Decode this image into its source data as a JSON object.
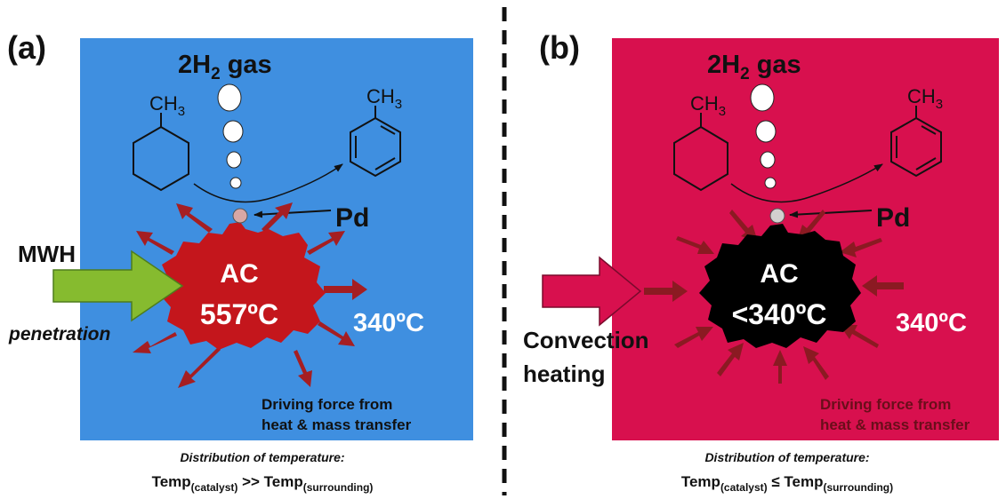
{
  "panel_a": {
    "label": "(a)",
    "gas": {
      "prefix": "2H",
      "sub": "2",
      "suffix": " gas"
    },
    "methyl": {
      "main": "CH",
      "sub": "3"
    },
    "pd": "Pd",
    "heating": "MWH",
    "heating_mode": "penetration",
    "catalyst": "AC",
    "catalyst_temp": "557ºC",
    "surrounding_temp": "340ºC",
    "driving_force": [
      "Driving force from",
      "heat & mass transfer"
    ],
    "caption_title": "Distribution  of temperature:",
    "caption": {
      "t1": "Temp",
      "s1": "(catalyst)",
      "op": " >> ",
      "t2": "Temp",
      "s2": "(surrounding)"
    },
    "colors": {
      "background": "#3f8fe0",
      "catalyst": "#c4161c",
      "arrow": "#86bb2f",
      "heat_arrows": "#a51e22"
    }
  },
  "panel_b": {
    "label": "(b)",
    "gas": {
      "prefix": "2H",
      "sub": "2",
      "suffix": " gas"
    },
    "methyl": {
      "main": "CH",
      "sub": "3"
    },
    "pd": "Pd",
    "heating": [
      "Convection",
      "heating"
    ],
    "catalyst": "AC",
    "catalyst_temp": "<340ºC",
    "surrounding_temp": "340ºC",
    "driving_force": [
      "Driving force from",
      "heat & mass transfer"
    ],
    "caption_title": "Distribution  of temperature:",
    "caption": {
      "t1": "Temp",
      "s1": "(catalyst)",
      "op": " ≤ ",
      "t2": "Temp",
      "s2": "(surrounding)"
    },
    "colors": {
      "background": "#d8104e",
      "catalyst": "#000000",
      "arrow": "#d8104e",
      "heat_arrows": "#8b1a22"
    }
  }
}
